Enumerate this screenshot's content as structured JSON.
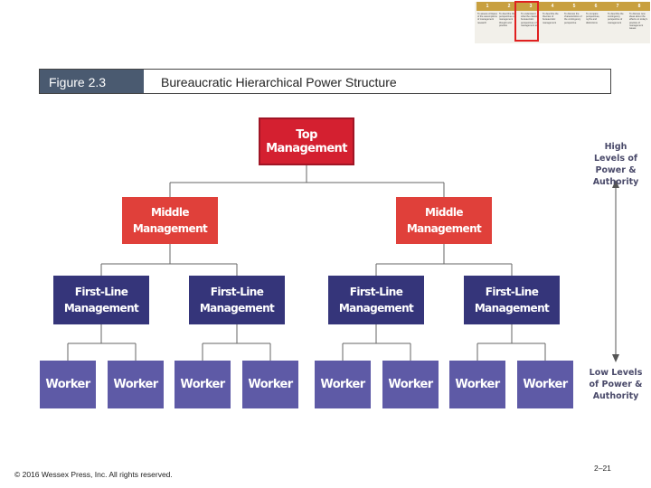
{
  "objectives": {
    "columns": [
      {
        "number": "1",
        "text": "To assess critiques of the assumptions of management research"
      },
      {
        "number": "2",
        "text": "To describe the perspectives of management thought and practice"
      },
      {
        "number": "3",
        "text": "To understand what the classic bureaucratic perspectives of management are"
      },
      {
        "number": "4",
        "text": "To describe the theories of bureaucratic management"
      },
      {
        "number": "5",
        "text": "To discuss the characteristics of the contingency perspective"
      },
      {
        "number": "6",
        "text": "To compare perspectives, myths and distinctions"
      },
      {
        "number": "7",
        "text": "To describe the contingency perspective of management"
      },
      {
        "number": "8",
        "text": "To discuss new ideas about the effects on today's practice of management issues"
      }
    ],
    "highlight_color": "#e02020"
  },
  "figure": {
    "label": "Figure 2.3",
    "title": "Bureaucratic Hierarchical Power Structure"
  },
  "chart": {
    "top": "Top Management",
    "middle": [
      "Middle Management",
      "Middle Management"
    ],
    "first_line": [
      "First-Line Management",
      "First-Line Management",
      "First-Line Management",
      "First-Line Management"
    ],
    "workers": [
      "Worker",
      "Worker",
      "Worker",
      "Worker",
      "Worker",
      "Worker",
      "Worker",
      "Worker"
    ],
    "axis_high": "High Levels of Power & Authority",
    "axis_low": "Low Levels of Power & Authority",
    "colors": {
      "top": "#d42030",
      "middle": "#e0403a",
      "first_line": "#35357a",
      "worker": "#5e5aa6"
    }
  },
  "footer": {
    "copyright": "© 2016 Wessex Press, Inc. All rights reserved.",
    "slide_number": "2–21"
  }
}
